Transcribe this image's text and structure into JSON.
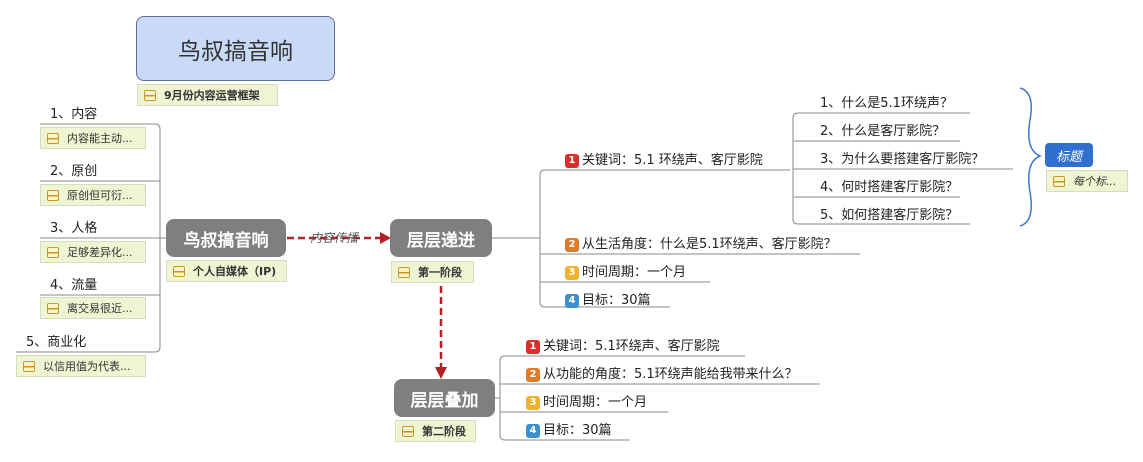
{
  "root": {
    "title": "鸟叔搞音响",
    "note": "9月份内容运营框架"
  },
  "ip": {
    "title": "鸟叔搞音响",
    "note": "个人自媒体（IP)",
    "items": [
      {
        "label": "1、内容",
        "note": "内容能主动..."
      },
      {
        "label": "2、原创",
        "note": "原创但可衍..."
      },
      {
        "label": "3、人格",
        "note": "足够差异化..."
      },
      {
        "label": "4、流量",
        "note": "离交易很近..."
      },
      {
        "label": "5、商业化",
        "note": "以信用值为代表..."
      }
    ]
  },
  "edge_label": "内容传播",
  "stage1": {
    "title": "层层递进",
    "note": "第一阶段",
    "items": [
      {
        "n": "1",
        "label": "关键词：5.1 环绕声、客厅影院"
      },
      {
        "n": "2",
        "label": "从生活角度：什么是5.1环绕声、客厅影院？"
      },
      {
        "n": "3",
        "label": "时间周期：一个月"
      },
      {
        "n": "4",
        "label": "目标：30篇"
      }
    ],
    "questions": [
      "1、什么是5.1环绕声？",
      "2、什么是客厅影院？",
      "3、为什么要搭建客厅影院？",
      "4、何时搭建客厅影院？",
      "5、如何搭建客厅影院？"
    ],
    "summary": {
      "title": "标题",
      "note": "每个标..."
    }
  },
  "stage2": {
    "title": "层层叠加",
    "note": "第二阶段",
    "items": [
      {
        "n": "1",
        "label": "关键词：5.1环绕声、客厅影院"
      },
      {
        "n": "2",
        "label": "从功能的角度：5.1环绕声能给我带来什么？"
      },
      {
        "n": "3",
        "label": "时间周期：一个月"
      },
      {
        "n": "4",
        "label": "目标：30篇"
      }
    ]
  },
  "colors": {
    "p1": "#d9302c",
    "p2": "#e07b2a",
    "p3": "#f0b030",
    "p4": "#3c8fd0",
    "edge": "#b22222"
  }
}
